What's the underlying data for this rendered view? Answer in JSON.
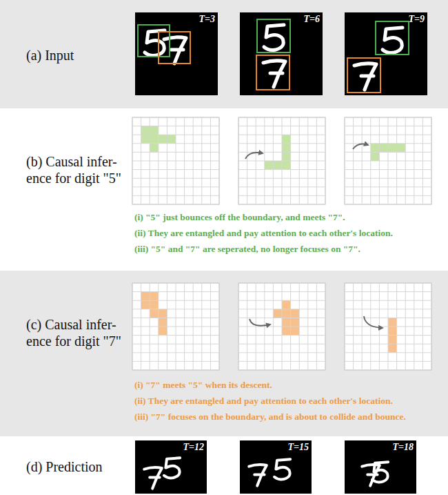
{
  "diagram": {
    "nodes": [
      {
        "text": [
          "T=3"
        ]
      },
      {
        "text": [
          "T=6"
        ]
      },
      {
        "text": [
          "T=9"
        ]
      },
      {
        "text": [
          "T=12"
        ]
      },
      {
        "text": [
          "T=15"
        ]
      },
      {
        "text": [
          "T=18"
        ]
      }
    ],
    "labels": [
      "(a) Input",
      "(b) Causal infer- ence for digit \"5\"",
      "(i) \"5\" just bounces off the boundary, and meets \"7\".",
      "(ii) They are entangled and pay attention to each other's location.",
      "(iii) \"5\" and \"7\" are seperated, no longer focuses on \"7\".",
      "(c) Causal infer- ence for digit \"7\"",
      "(i) \"7\" meets \"5\" when its descent.",
      "(ii) They are entangled and pay attention to each other's location.",
      "(iii) \"7\" focuses on the boundary, and is about to collide and bounce.",
      "(d) Prediction"
    ]
  }
}
